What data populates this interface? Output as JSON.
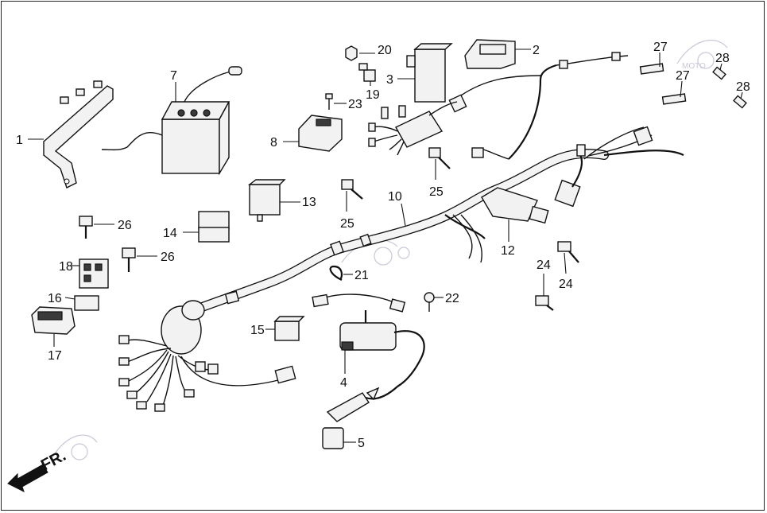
{
  "diagram": {
    "front_label": "FR.",
    "watermark_text": "MOTO",
    "colors": {
      "line": "#111111",
      "part_fill": "#f2f2f2",
      "dark": "#3a3a3a",
      "watermark": "#c8c8d8"
    },
    "callouts": {
      "c1": "1",
      "c2": "2",
      "c3": "3",
      "c4": "4",
      "c5": "5",
      "c7": "7",
      "c8": "8",
      "c10": "10",
      "c12": "12",
      "c13": "13",
      "c14": "14",
      "c15": "15",
      "c16": "16",
      "c17": "17",
      "c18": "18",
      "c19": "19",
      "c20": "20",
      "c21": "21",
      "c22": "22",
      "c23": "23",
      "c24a": "24",
      "c24b": "24",
      "c25a": "25",
      "c25b": "25",
      "c26a": "26",
      "c26b": "26",
      "c27a": "27",
      "c27b": "27",
      "c28a": "28",
      "c28b": "28"
    }
  }
}
